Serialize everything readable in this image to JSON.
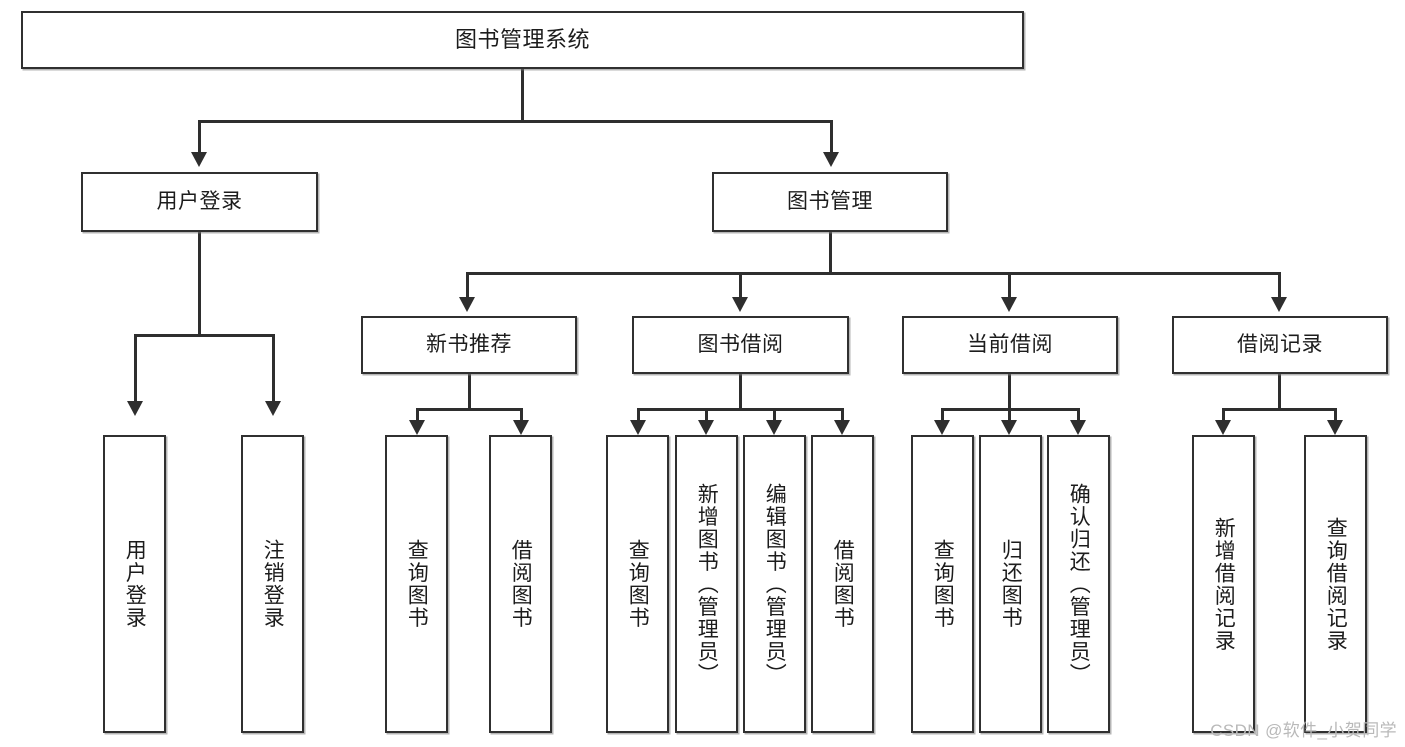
{
  "diagram": {
    "title": "图书管理系统",
    "type": "tree-hierarchy",
    "watermark": "CSDN @软件_小贺同学",
    "colors": {
      "box_border": "#303030",
      "box_fill": "#ffffff",
      "connector": "#2e2e2e",
      "text": "#1c1c1c",
      "watermark": "#b9b9b9",
      "background": "#ffffff"
    }
  },
  "nodes": {
    "root": {
      "label": "图书管理系统"
    },
    "level2": {
      "user_login": {
        "label": "用户登录"
      },
      "book_manage": {
        "label": "图书管理"
      }
    },
    "level3": {
      "new_book_rec": {
        "label": "新书推荐"
      },
      "book_borrow": {
        "label": "图书借阅"
      },
      "current_borrow": {
        "label": "当前借阅"
      },
      "borrow_record": {
        "label": "借阅记录"
      }
    },
    "leaves": {
      "user_login_1": {
        "label": "用户登录"
      },
      "user_login_2": {
        "label": "注销登录"
      },
      "new_book_1": {
        "label": "查询图书"
      },
      "new_book_2": {
        "label": "借阅图书"
      },
      "borrow_1": {
        "label": "查询图书"
      },
      "borrow_2": {
        "label": "新增图书（管理员）"
      },
      "borrow_3": {
        "label": "编辑图书（管理员）"
      },
      "borrow_4": {
        "label": "借阅图书"
      },
      "current_1": {
        "label": "查询图书"
      },
      "current_2": {
        "label": "归还图书"
      },
      "current_3": {
        "label": "确认归还（管理员）"
      },
      "record_1": {
        "label": "新增借阅记录"
      },
      "record_2": {
        "label": "查询借阅记录"
      }
    }
  },
  "tree": {
    "name": "图书管理系统",
    "children": [
      {
        "name": "用户登录",
        "children": [
          {
            "name": "用户登录"
          },
          {
            "name": "注销登录"
          }
        ]
      },
      {
        "name": "图书管理",
        "children": [
          {
            "name": "新书推荐",
            "children": [
              {
                "name": "查询图书"
              },
              {
                "name": "借阅图书"
              }
            ]
          },
          {
            "name": "图书借阅",
            "children": [
              {
                "name": "查询图书"
              },
              {
                "name": "新增图书（管理员）"
              },
              {
                "name": "编辑图书（管理员）"
              },
              {
                "name": "借阅图书"
              }
            ]
          },
          {
            "name": "当前借阅",
            "children": [
              {
                "name": "查询图书"
              },
              {
                "name": "归还图书"
              },
              {
                "name": "确认归还（管理员）"
              }
            ]
          },
          {
            "name": "借阅记录",
            "children": [
              {
                "name": "新增借阅记录"
              },
              {
                "name": "查询借阅记录"
              }
            ]
          }
        ]
      }
    ]
  }
}
